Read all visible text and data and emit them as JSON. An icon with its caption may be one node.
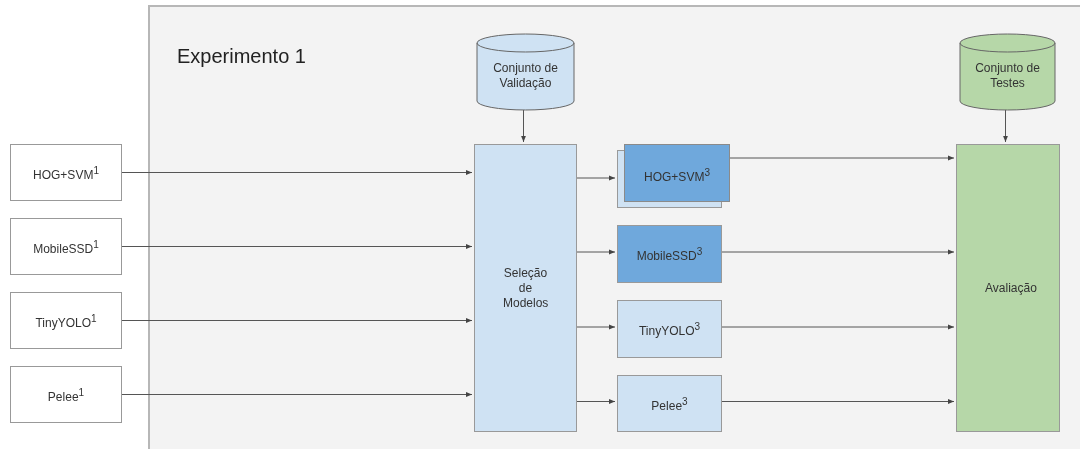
{
  "diagram": {
    "nodes": [
      {
        "text": [
          "Experimento 1"
        ]
      },
      {
        "text": [
          "HOG+SVM$^{1}$"
        ]
      },
      {
        "text": [
          "MobileSSD$^{1}$"
        ]
      },
      {
        "text": [
          "TinyYOLO$^{1}$"
        ]
      },
      {
        "text": [
          "Pelee$^{1}$"
        ]
      },
      {
        "text": [
          "Conjunto de Validação"
        ],
        "in": 0
      },
      {
        "text": [
          "Seleção de Modelos"
        ],
        "in": 0
      },
      {
        "text": [
          "HOG+SVM$^{3}$"
        ],
        "in": 0
      },
      {
        "text": [
          "MobileSSD$^{3}$"
        ],
        "in": 0
      },
      {
        "text": [
          "TinyYOLO$^{3}$"
        ],
        "in": 0
      },
      {
        "text": [
          "Pelee$^{3}$"
        ],
        "in": 0
      },
      {
        "text": [
          "Conjunto de Testes"
        ],
        "in": 0
      },
      {
        "text": [
          "Avaliação"
        ],
        "in": 0
      }
    ],
    "edges": [
      {
        "from": 1,
        "to": 6,
        "arrow": "to"
      },
      {
        "from": 2,
        "to": 6,
        "arrow": "to"
      },
      {
        "from": 3,
        "to": 6,
        "arrow": "to"
      },
      {
        "from": 4,
        "to": 6,
        "arrow": "to"
      },
      {
        "from": 5,
        "to": 6,
        "arrow": "to"
      },
      {
        "from": 6,
        "to": 7,
        "arrow": "to"
      },
      {
        "from": 6,
        "to": 8,
        "arrow": "to"
      },
      {
        "from": 6,
        "to": 9,
        "arrow": "to"
      },
      {
        "from": 6,
        "to": 10,
        "arrow": "to"
      },
      {
        "from": 7,
        "to": 12,
        "arrow": "to"
      },
      {
        "from": 8,
        "to": 12,
        "arrow": "to"
      },
      {
        "from": 9,
        "to": 12,
        "arrow": "to"
      },
      {
        "from": 10,
        "to": 12,
        "arrow": "to"
      },
      {
        "from": 11,
        "to": 12,
        "arrow": "to"
      }
    ]
  }
}
